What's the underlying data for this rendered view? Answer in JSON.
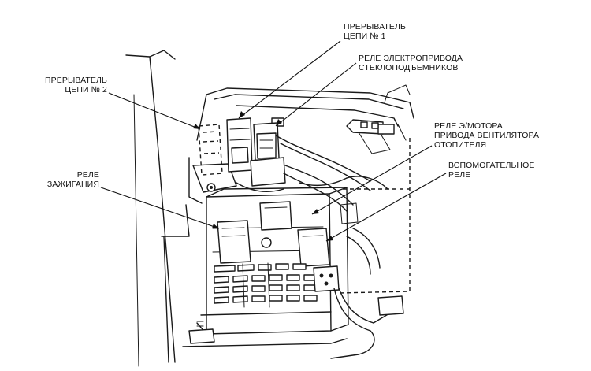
{
  "labels": {
    "breaker1": [
      "ПРЕРЫВАТЕЛЬ",
      "ЦЕПИ № 1"
    ],
    "window_relay": [
      "РЕЛЕ ЭЛЕКТРОПРИВОДА",
      "СТЕКЛОПОДЪЕМНИКОВ"
    ],
    "breaker2": [
      "ПРЕРЫВАТЕЛЬ",
      "ЦЕПИ № 2"
    ],
    "heater_fan_relay": [
      "РЕЛЕ Э/МОТОРА",
      "ПРИВОДА ВЕНТИЛЯТОРА",
      "ОТОПИТЕЛЯ"
    ],
    "ignition_relay": [
      "РЕЛЕ",
      "ЗАЖИГАНИЯ"
    ],
    "aux_relay": [
      "ВСПОМОГАТЕЛЬНОЕ",
      "РЕЛЕ"
    ]
  },
  "colors": {
    "ink": "#1a1a1a",
    "paper": "#ffffff"
  }
}
